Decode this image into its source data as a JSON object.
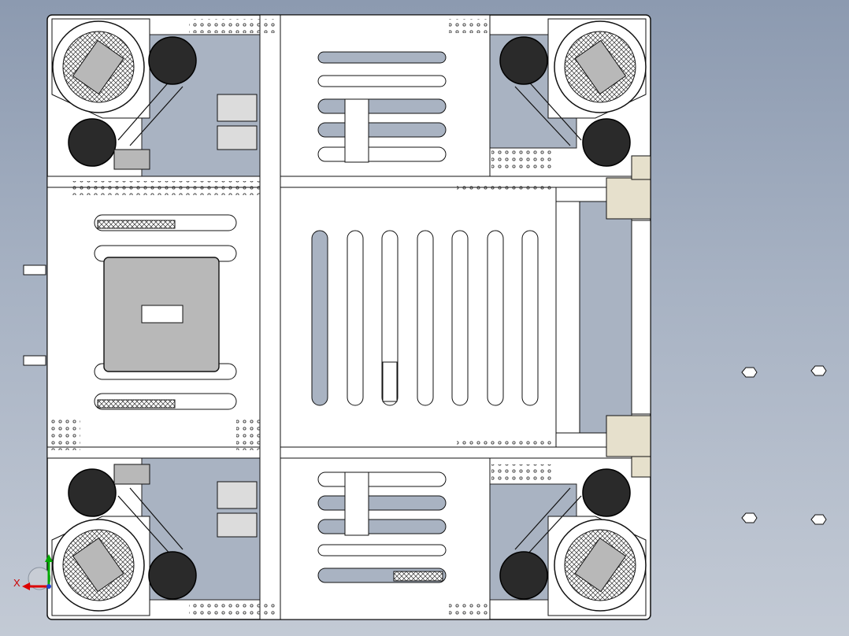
{
  "viewport": {
    "background_top": "#8c9ab0",
    "background_bottom": "#c3cad5",
    "part_fill": "#ffffff",
    "edge_color": "#111111",
    "plate_gray": "#b8b8b8",
    "motor_dark": "#2a2a2a",
    "accent_tan": "#e6e0cc"
  },
  "triad": {
    "x_label": "X",
    "x_color": "#dd0000",
    "y_color": "#00aa00",
    "z_color": "#2244cc"
  },
  "components": {
    "omni_wheel_modules": 4,
    "drive_motors": 8,
    "floating_nuts": 4
  }
}
